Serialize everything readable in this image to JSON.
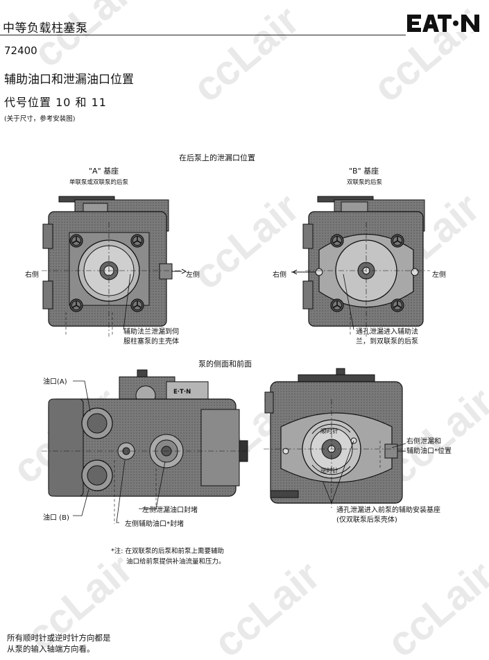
{
  "header": {
    "title": "中等负载柱塞泵",
    "brand_logo_text": "EATON"
  },
  "model_no": "72400",
  "section_title": "辅助油口和泄漏油口位置",
  "code_position": "代号位置  10  和  11",
  "ref_note": "(关于尺寸，参考安装图)",
  "watermark_text": "ccLair",
  "top_views": {
    "heading": "在后泵上的泄漏口位置",
    "left": {
      "title": "\"A\" 基座",
      "subtitle": "单联泵或双联泵的后泵",
      "right_side_label": "右侧",
      "left_side_label": "左侧",
      "callout_line1": "辅助法兰泄漏到伺",
      "callout_line2": "服柱塞泵的主壳体"
    },
    "right": {
      "title": "\"B\" 基座",
      "subtitle": "双联泵的后泵",
      "right_side_label": "右侧",
      "left_side_label": "左侧",
      "callout_line1": "通孔泄漏进入辅助法",
      "callout_line2": "兰，到双联泵的后泵"
    }
  },
  "bottom_views": {
    "heading": "泵的侧面和前面",
    "side": {
      "port_a": "油口(A)",
      "port_b": "油口 (B)",
      "plug_left_drain": "左侧泄漏油口封堵",
      "plug_left_aux": "左侧辅助油口*封堵"
    },
    "front": {
      "cw_label": "顺时针",
      "ccw_label": "逆时针",
      "right_drain_line1": "右侧泄漏和",
      "right_drain_line2": "辅助油口*位置",
      "thru_line1": "通孔泄漏进入前泵的辅助安装基座",
      "thru_line2": "(仅双联泵后泵壳体)"
    }
  },
  "footnote": {
    "line1": "*注: 在双联泵的后泵和前泵上需要辅助",
    "line2": "油口给前泵提供补油流量和压力。"
  },
  "bottom_note": {
    "line1": "所有顺时针或逆时针方向都是",
    "line2": "从泵的输入轴端方向看。"
  }
}
